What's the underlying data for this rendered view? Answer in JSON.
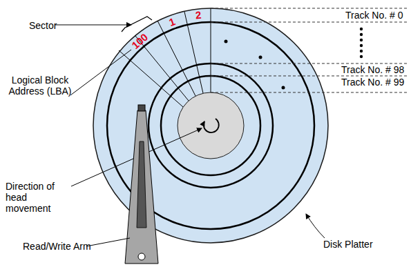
{
  "diagram": {
    "labels": [
      "Sector",
      "100",
      "1",
      "2",
      "Track No. # 0",
      "Logical Block Address (LBA)",
      "Track No. # 98",
      "Track No. # 99",
      "Direction of head movement",
      "Read/Write Arm",
      "Disk Platter"
    ]
  }
}
